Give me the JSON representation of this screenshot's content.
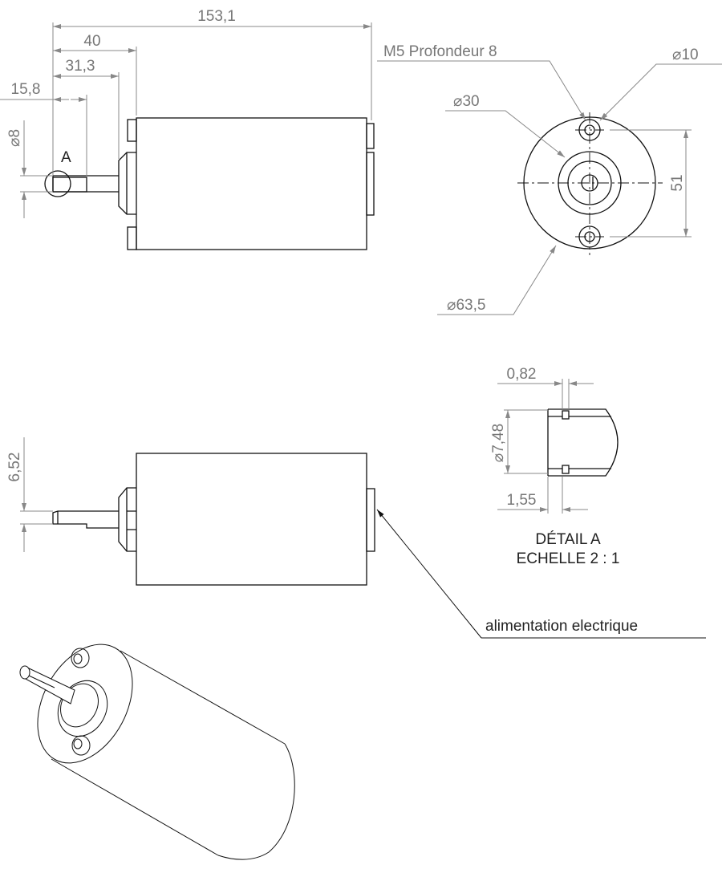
{
  "front_view": {
    "dimensions": {
      "overall_length": "153,1",
      "body_offset": "40",
      "flange_offset": "31,3",
      "key_length": "15,8",
      "shaft_diameter": "⌀8"
    },
    "detail_marker": "A"
  },
  "end_view": {
    "thread_note": "M5 Profondeur 8",
    "hole_diameter": "⌀10",
    "boss_diameter": "⌀30",
    "body_diameter": "⌀63,5",
    "hole_spacing": "51"
  },
  "side_view": {
    "flat_dimension": "6,52",
    "power_label": "alimentation electrique"
  },
  "detail_a": {
    "groove_width": "0,82",
    "groove_diameter": "⌀7,48",
    "groove_position": "1,55",
    "title": "DÉTAIL A",
    "scale": "ECHELLE 2 : 1"
  }
}
